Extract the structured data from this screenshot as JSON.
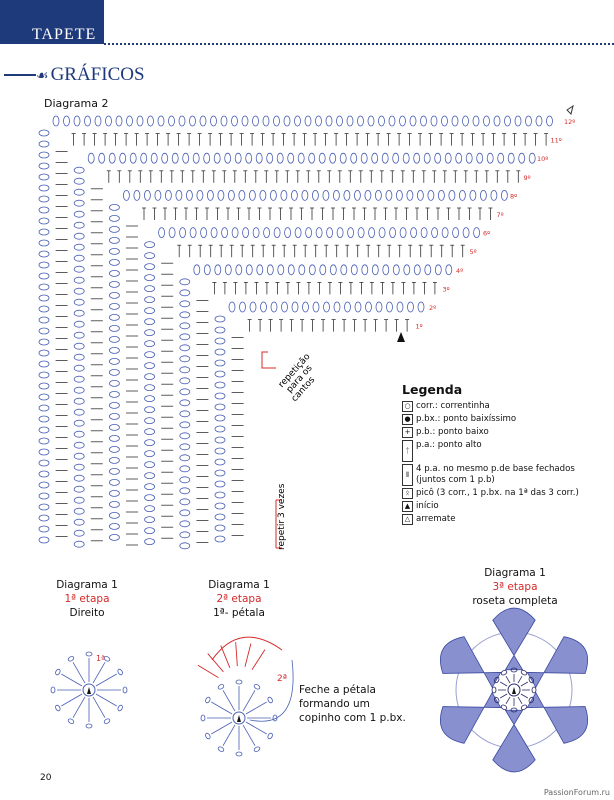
{
  "header": {
    "section_tab": "TAPETE"
  },
  "section_title": "GRÁFICOS",
  "diagram2": {
    "title": "Diagrama 2",
    "round_labels": [
      "1º",
      "2º",
      "3º",
      "4º",
      "5º",
      "6º",
      "7º",
      "8º",
      "9º",
      "10º",
      "11º",
      "12º"
    ],
    "corner_note": [
      "repetição",
      "para os",
      "cantos"
    ],
    "side_note": [
      "repetir",
      "3 vezes"
    ]
  },
  "legend": {
    "title": "Legenda",
    "items": [
      {
        "icon": "circle",
        "text": "corr.: correntinha"
      },
      {
        "icon": "dot",
        "text": "p.bx.: ponto baixíssimo"
      },
      {
        "icon": "plus",
        "text": "p.b.: ponto baixo"
      },
      {
        "icon": "t",
        "text": "p.a.: ponto alto"
      },
      {
        "icon": "cluster",
        "text": "4 p.a. no mesmo p.de base fechados (juntos com 1 p.b)"
      },
      {
        "icon": "picot",
        "text": "picô (3 corr., 1 p.bx. na 1ª das 3 corr.)"
      },
      {
        "icon": "start",
        "text": "início"
      },
      {
        "icon": "end",
        "text": "arremate"
      }
    ]
  },
  "diagram1a": {
    "title": "Diagrama 1",
    "stage": "1ª etapa",
    "caption": "Direito",
    "round_label": "1ª"
  },
  "diagram1b": {
    "title": "Diagrama 1",
    "stage": "2ª etapa",
    "caption": "1ª- pétala",
    "round_label": "2ª"
  },
  "diagram1c": {
    "title": "Diagrama 1",
    "stage": "3ª etapa",
    "caption": "roseta completa"
  },
  "petal_note": [
    "Feche a pétala",
    "formando um",
    "copinho com 1 p.bx."
  ],
  "footer": {
    "page_number": "20",
    "watermark": "PassionForum.ru"
  },
  "colors": {
    "navy": "#1f3a7a",
    "blue": "#4a5fb5",
    "red": "#d42a2a",
    "petal": "#8890d0"
  }
}
